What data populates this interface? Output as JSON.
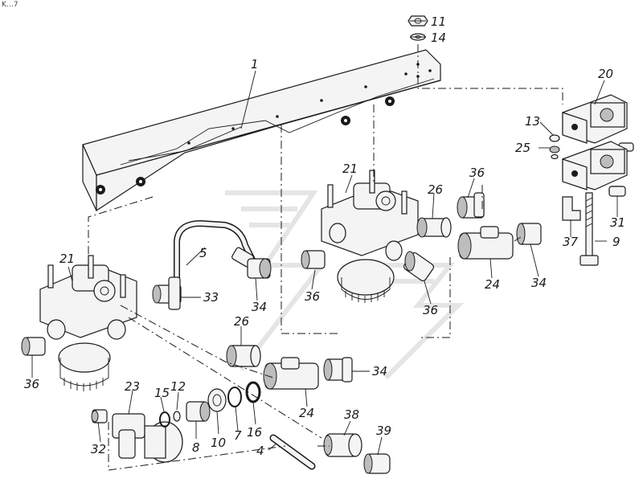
{
  "corner_mark": "K…7",
  "callouts": [
    {
      "id": "c11",
      "text": "11"
    },
    {
      "id": "c14",
      "text": "14"
    },
    {
      "id": "c1",
      "text": "1"
    },
    {
      "id": "c20",
      "text": "20"
    },
    {
      "id": "c13",
      "text": "13"
    },
    {
      "id": "c25",
      "text": "25"
    },
    {
      "id": "c21a",
      "text": "21"
    },
    {
      "id": "c36a",
      "text": "36"
    },
    {
      "id": "c26a",
      "text": "26"
    },
    {
      "id": "c31",
      "text": "31"
    },
    {
      "id": "c37",
      "text": "37"
    },
    {
      "id": "c9",
      "text": "9"
    },
    {
      "id": "c5",
      "text": "5"
    },
    {
      "id": "c21b",
      "text": "21"
    },
    {
      "id": "c24a",
      "text": "24"
    },
    {
      "id": "c34a",
      "text": "34"
    },
    {
      "id": "c36b",
      "text": "36"
    },
    {
      "id": "c36c",
      "text": "36"
    },
    {
      "id": "c33",
      "text": "33"
    },
    {
      "id": "c34b",
      "text": "34"
    },
    {
      "id": "c26b",
      "text": "26"
    },
    {
      "id": "c36d",
      "text": "36"
    },
    {
      "id": "c34c",
      "text": "34"
    },
    {
      "id": "c23",
      "text": "23"
    },
    {
      "id": "c15",
      "text": "15"
    },
    {
      "id": "c12",
      "text": "12"
    },
    {
      "id": "c24b",
      "text": "24"
    },
    {
      "id": "c38",
      "text": "38"
    },
    {
      "id": "c39",
      "text": "39"
    },
    {
      "id": "c32",
      "text": "32"
    },
    {
      "id": "c8",
      "text": "8"
    },
    {
      "id": "c10",
      "text": "10"
    },
    {
      "id": "c7",
      "text": "7"
    },
    {
      "id": "c16",
      "text": "16"
    },
    {
      "id": "c4",
      "text": "4"
    }
  ]
}
